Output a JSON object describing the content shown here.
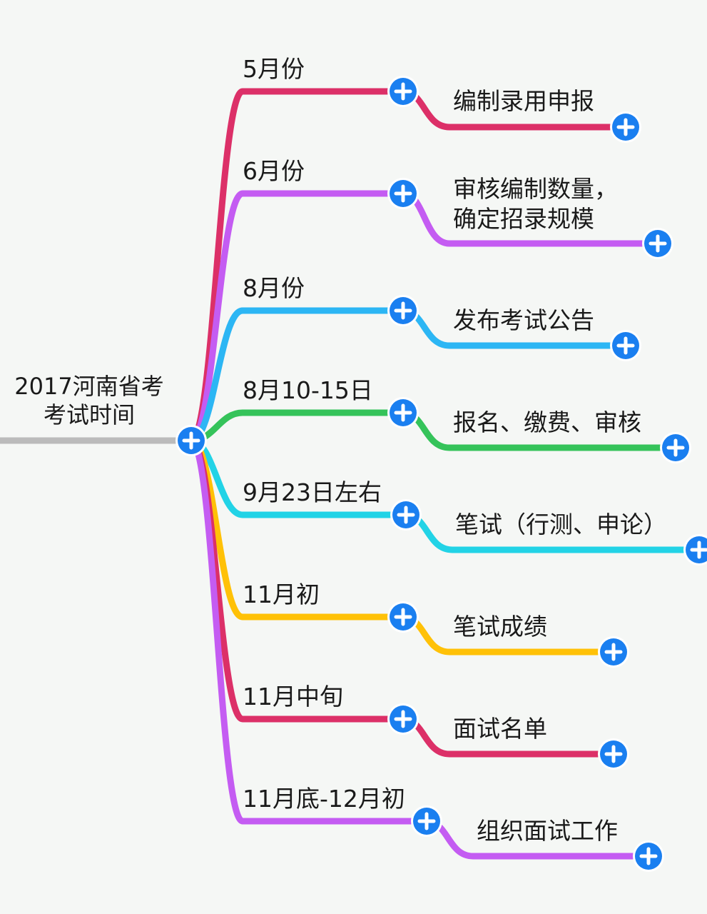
{
  "root": {
    "lines": [
      "2017河南省考",
      "考试时间"
    ]
  },
  "colors": {
    "background": "#f5f7f5",
    "root_line": "#bbbbbb",
    "expand_button": "#1a7ff0"
  },
  "branches": [
    {
      "label": "5月份",
      "color": "#dc3068",
      "child": {
        "lines": [
          "编制录用申报"
        ]
      }
    },
    {
      "label": "6月份",
      "color": "#c45cf2",
      "child": {
        "lines": [
          "审核编制数量，",
          "确定招录规模"
        ]
      }
    },
    {
      "label": "8月份",
      "color": "#2cb6f4",
      "child": {
        "lines": [
          "发布考试公告"
        ]
      }
    },
    {
      "label": "8月10-15日",
      "color": "#35c35a",
      "child": {
        "lines": [
          "报名、缴费、审核"
        ]
      }
    },
    {
      "label": "9月23日左右",
      "color": "#22d3e6",
      "child": {
        "lines": [
          "笔试（行测、申论）"
        ]
      }
    },
    {
      "label": "11月初",
      "color": "#ffc107",
      "child": {
        "lines": [
          "笔试成绩"
        ]
      }
    },
    {
      "label": "11月中旬",
      "color": "#dc3068",
      "child": {
        "lines": [
          "面试名单"
        ]
      }
    },
    {
      "label": "11月底-12月初",
      "color": "#c45cf2",
      "child": {
        "lines": [
          "组织面试工作"
        ]
      }
    }
  ],
  "icons": {
    "expand": "plus-circle-icon"
  }
}
